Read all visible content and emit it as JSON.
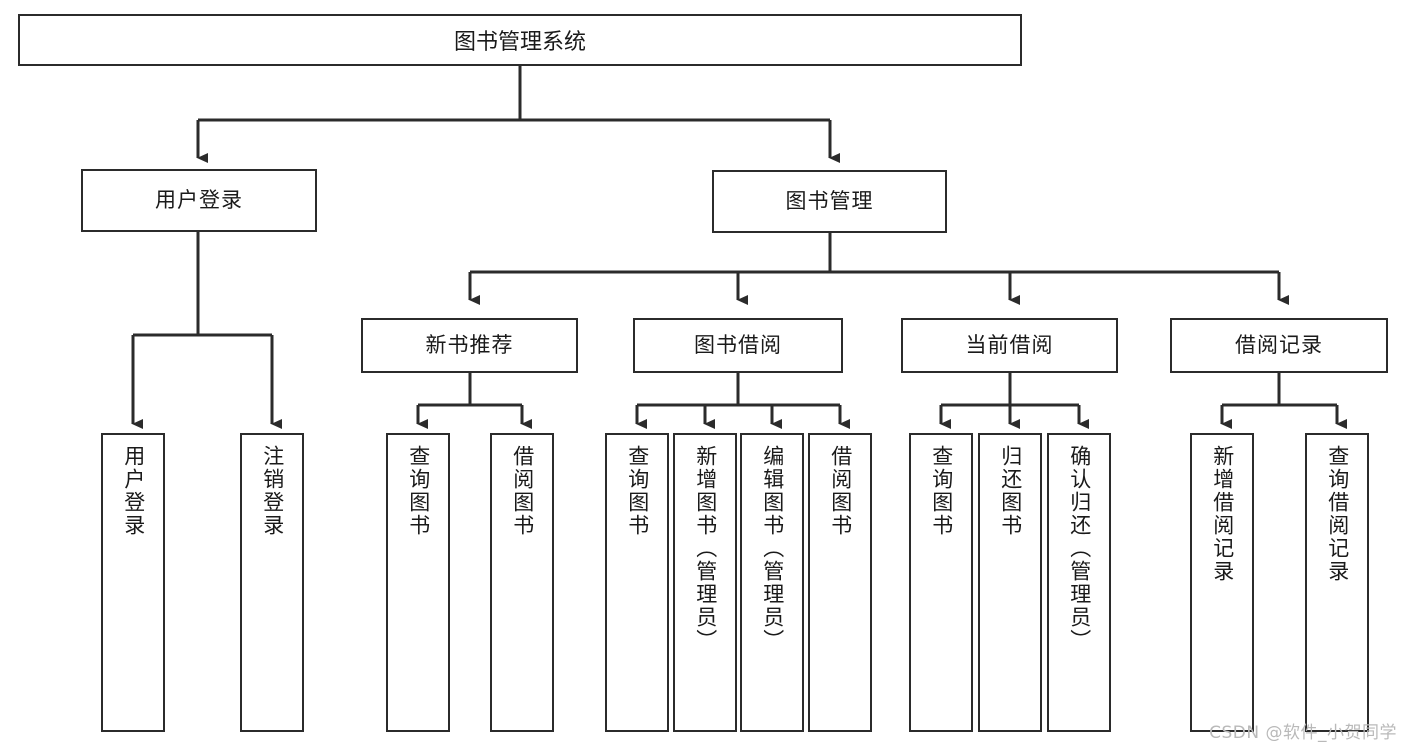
{
  "diagram": {
    "type": "tree",
    "title": "图书管理系统",
    "watermark": "CSDN @软件_小贺同学",
    "colors": {
      "stroke": "#2b2b2b",
      "fill": "#ffffff",
      "text": "#1a1a1a",
      "watermark": "#b9b9b9"
    },
    "root": {
      "label": "图书管理系统"
    },
    "level1": [
      {
        "label": "用户登录"
      },
      {
        "label": "图书管理"
      }
    ],
    "level2": [
      {
        "label": "新书推荐"
      },
      {
        "label": "图书借阅"
      },
      {
        "label": "当前借阅"
      },
      {
        "label": "借阅记录"
      }
    ],
    "leaves": {
      "user_login": [
        {
          "label": "用户登录"
        },
        {
          "label": "注销登录"
        }
      ],
      "new_book_recommend": [
        {
          "label": "查询图书"
        },
        {
          "label": "借阅图书"
        }
      ],
      "book_borrow": [
        {
          "label": "查询图书"
        },
        {
          "label": "新增图书（管理员）"
        },
        {
          "label": "编辑图书（管理员）"
        },
        {
          "label": "借阅图书"
        }
      ],
      "current_borrow": [
        {
          "label": "查询图书"
        },
        {
          "label": "归还图书"
        },
        {
          "label": "确认归还（管理员）"
        }
      ],
      "borrow_record": [
        {
          "label": "新增借阅记录"
        },
        {
          "label": "查询借阅记录"
        }
      ]
    }
  }
}
